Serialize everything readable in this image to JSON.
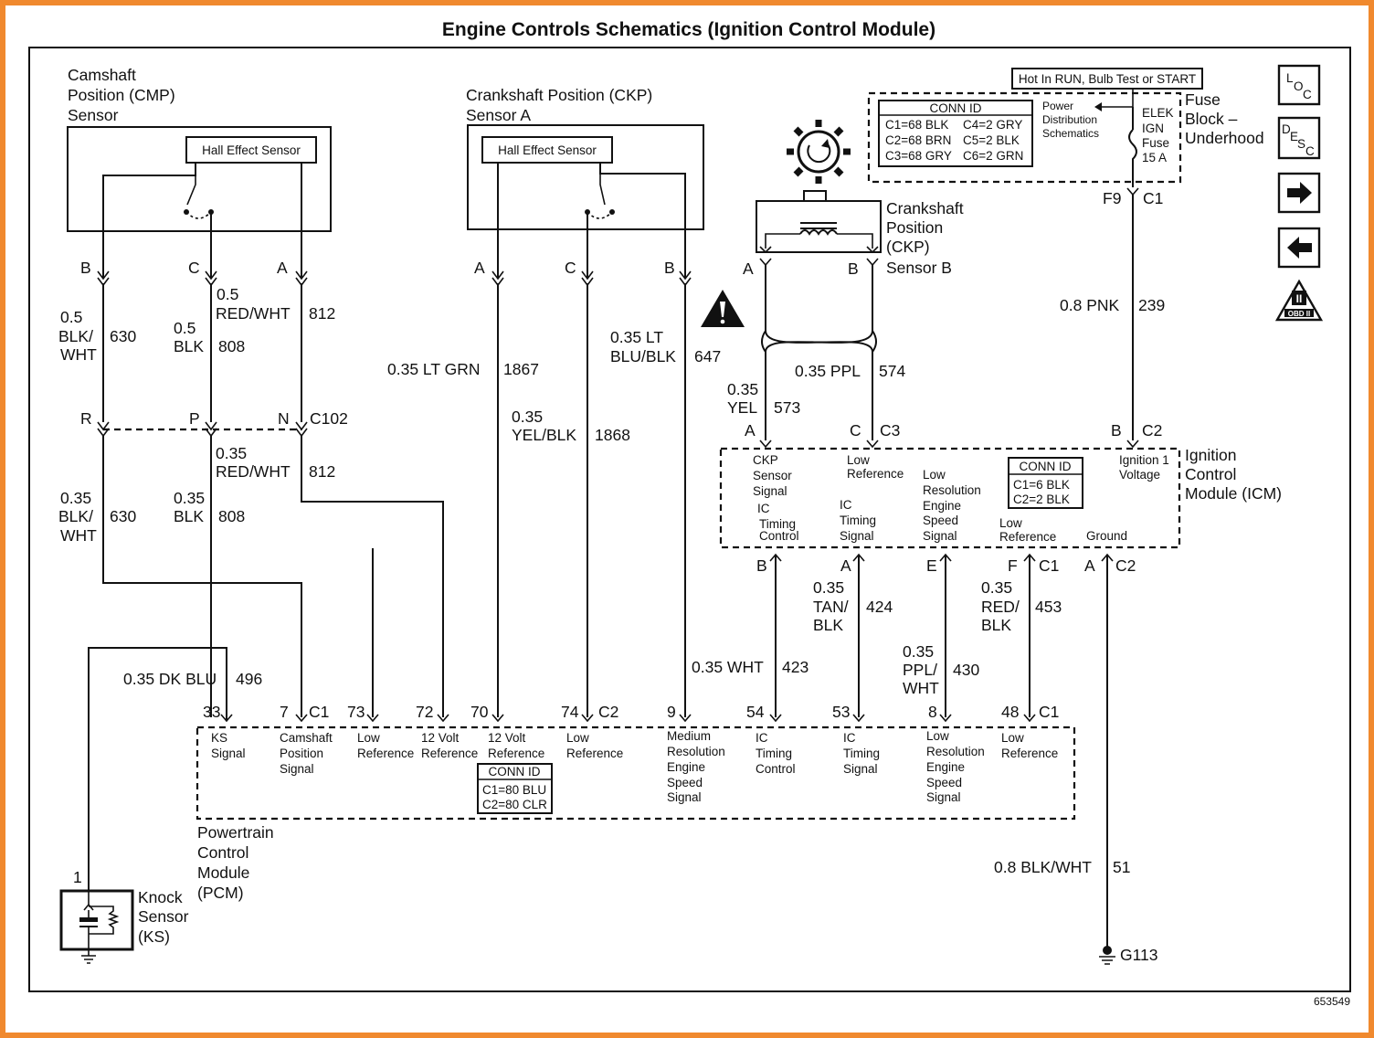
{
  "title": "Engine Controls Schematics (Ignition Control Module)",
  "figure_id": "653549",
  "cmp": {
    "name": [
      "Camshaft",
      "Position (CMP)",
      "Sensor"
    ],
    "hall": "Hall Effect Sensor",
    "pins": [
      "B",
      "C",
      "A"
    ]
  },
  "ckpa": {
    "name": [
      "Crankshaft Position (CKP)",
      "Sensor A"
    ],
    "hall": "Hall Effect Sensor",
    "pins": [
      "A",
      "C",
      "B"
    ]
  },
  "ckpb": {
    "name": [
      "Crankshaft",
      "Position",
      "(CKP)",
      "Sensor B"
    ],
    "pins": [
      "A",
      "B"
    ]
  },
  "fuse": {
    "hot": "Hot In RUN, Bulb Test or START",
    "name": [
      "Fuse",
      "Block –",
      "Underhood"
    ],
    "conn_title": "CONN ID",
    "conn_rows": [
      "C1=68 BLK",
      "C4=2 GRY",
      "C2=68 BRN",
      "C5=2 BLK",
      "C3=68 GRY",
      "C6=2 GRN"
    ],
    "power": [
      "Power",
      "Distribution",
      "Schematics"
    ],
    "fuse_lines": [
      "ELEK",
      "IGN",
      "Fuse",
      "15 A"
    ],
    "pin": "F9",
    "conn": "C1"
  },
  "wires": {
    "w630a": {
      "gauge": [
        "0.5",
        "BLK/",
        "WHT"
      ],
      "circuit": "630"
    },
    "w808a": {
      "gauge": [
        "0.5",
        "BLK"
      ],
      "circuit": "808"
    },
    "w812a": {
      "gauge": [
        "0.5",
        "RED/WHT"
      ],
      "circuit": "812"
    },
    "w1867": {
      "gauge": "0.35 LT GRN",
      "circuit": "1867"
    },
    "w1868": {
      "gauge": [
        "0.35",
        "YEL/BLK"
      ],
      "circuit": "1868"
    },
    "w647": {
      "gauge": [
        "0.35 LT",
        "BLU/BLK"
      ],
      "circuit": "647"
    },
    "w573": {
      "gauge": [
        "0.35",
        "YEL"
      ],
      "circuit": "573"
    },
    "w574": {
      "gauge": "0.35 PPL",
      "circuit": "574"
    },
    "w239": {
      "gauge": "0.8 PNK",
      "circuit": "239"
    },
    "w630b": {
      "gauge": [
        "0.35",
        "BLK/",
        "WHT"
      ],
      "circuit": "630"
    },
    "w808b": {
      "gauge": [
        "0.35",
        "BLK"
      ],
      "circuit": "808"
    },
    "w812b": {
      "gauge": [
        "0.35",
        "RED/WHT"
      ],
      "circuit": "812"
    },
    "w496": {
      "gauge": "0.35 DK BLU",
      "circuit": "496"
    },
    "w423": {
      "gauge": "0.35 WHT",
      "circuit": "423"
    },
    "w424": {
      "gauge": [
        "0.35",
        "TAN/",
        "BLK"
      ],
      "circuit": "424"
    },
    "w430": {
      "gauge": [
        "0.35",
        "PPL/",
        "WHT"
      ],
      "circuit": "430"
    },
    "w453": {
      "gauge": [
        "0.35",
        "RED/",
        "BLK"
      ],
      "circuit": "453"
    },
    "w51": {
      "gauge": "0.8 BLK/WHT",
      "circuit": "51"
    }
  },
  "c102": {
    "pins": [
      "R",
      "P",
      "N"
    ],
    "name": "C102"
  },
  "icm": {
    "name": [
      "Ignition",
      "Control",
      "Module (ICM)"
    ],
    "top_pins": [
      "A",
      "C",
      "C3",
      "B",
      "C2"
    ],
    "bottom_pins": [
      "B",
      "A",
      "E",
      "F",
      "C1",
      "A",
      "C2"
    ],
    "labels": {
      "ckp": [
        "CKP",
        "Sensor",
        "Signal"
      ],
      "lowref1": [
        "Low",
        "Reference"
      ],
      "lowres": [
        "Low",
        "Resolution",
        "Engine",
        "Speed",
        "Signal"
      ],
      "ign": [
        "Ignition 1",
        "Voltage"
      ],
      "icctrl": [
        "IC",
        "Timing",
        "Control"
      ],
      "ictim": [
        "IC",
        "Timing",
        "Signal"
      ],
      "lowref2": [
        "Low",
        "Reference"
      ],
      "ground": "Ground"
    },
    "conn_title": "CONN ID",
    "conn_rows": [
      "C1=6 BLK",
      "C2=2 BLK"
    ]
  },
  "pcm": {
    "name": [
      "Powertrain",
      "Control",
      "Module",
      "(PCM)"
    ],
    "pins": [
      "33",
      "7",
      "C1",
      "73",
      "72",
      "70",
      "74",
      "C2",
      "9",
      "54",
      "53",
      "8",
      "48",
      "C1"
    ],
    "labels": {
      "ks": [
        "KS",
        "Signal"
      ],
      "cam": [
        "Camshaft",
        "Position",
        "Signal"
      ],
      "lr73": [
        "Low",
        "Reference"
      ],
      "v72": [
        "12 Volt",
        "Reference"
      ],
      "v70": [
        "12 Volt",
        "Reference"
      ],
      "lr74": [
        "Low",
        "Reference"
      ],
      "med": [
        "Medium",
        "Resolution",
        "Engine",
        "Speed",
        "Signal"
      ],
      "icc": [
        "IC",
        "Timing",
        "Control"
      ],
      "ics": [
        "IC",
        "Timing",
        "Signal"
      ],
      "lowres": [
        "Low",
        "Resolution",
        "Engine",
        "Speed",
        "Signal"
      ],
      "lr48": [
        "Low",
        "Reference"
      ]
    },
    "conn_title": "CONN ID",
    "conn_rows": [
      "C1=80 BLU",
      "C2=80 CLR"
    ]
  },
  "knock": {
    "name": [
      "Knock",
      "Sensor",
      "(KS)"
    ],
    "pin": "1"
  },
  "ground": {
    "name": "G113"
  },
  "side_buttons": {
    "loc": [
      "L",
      "O",
      "C"
    ],
    "desc": [
      "D",
      "E",
      "S",
      "C"
    ],
    "obd": [
      "II",
      "OBD II"
    ]
  },
  "colors": {
    "frame": "#f0892e",
    "line": "#111111",
    "paper": "#ffffff"
  }
}
